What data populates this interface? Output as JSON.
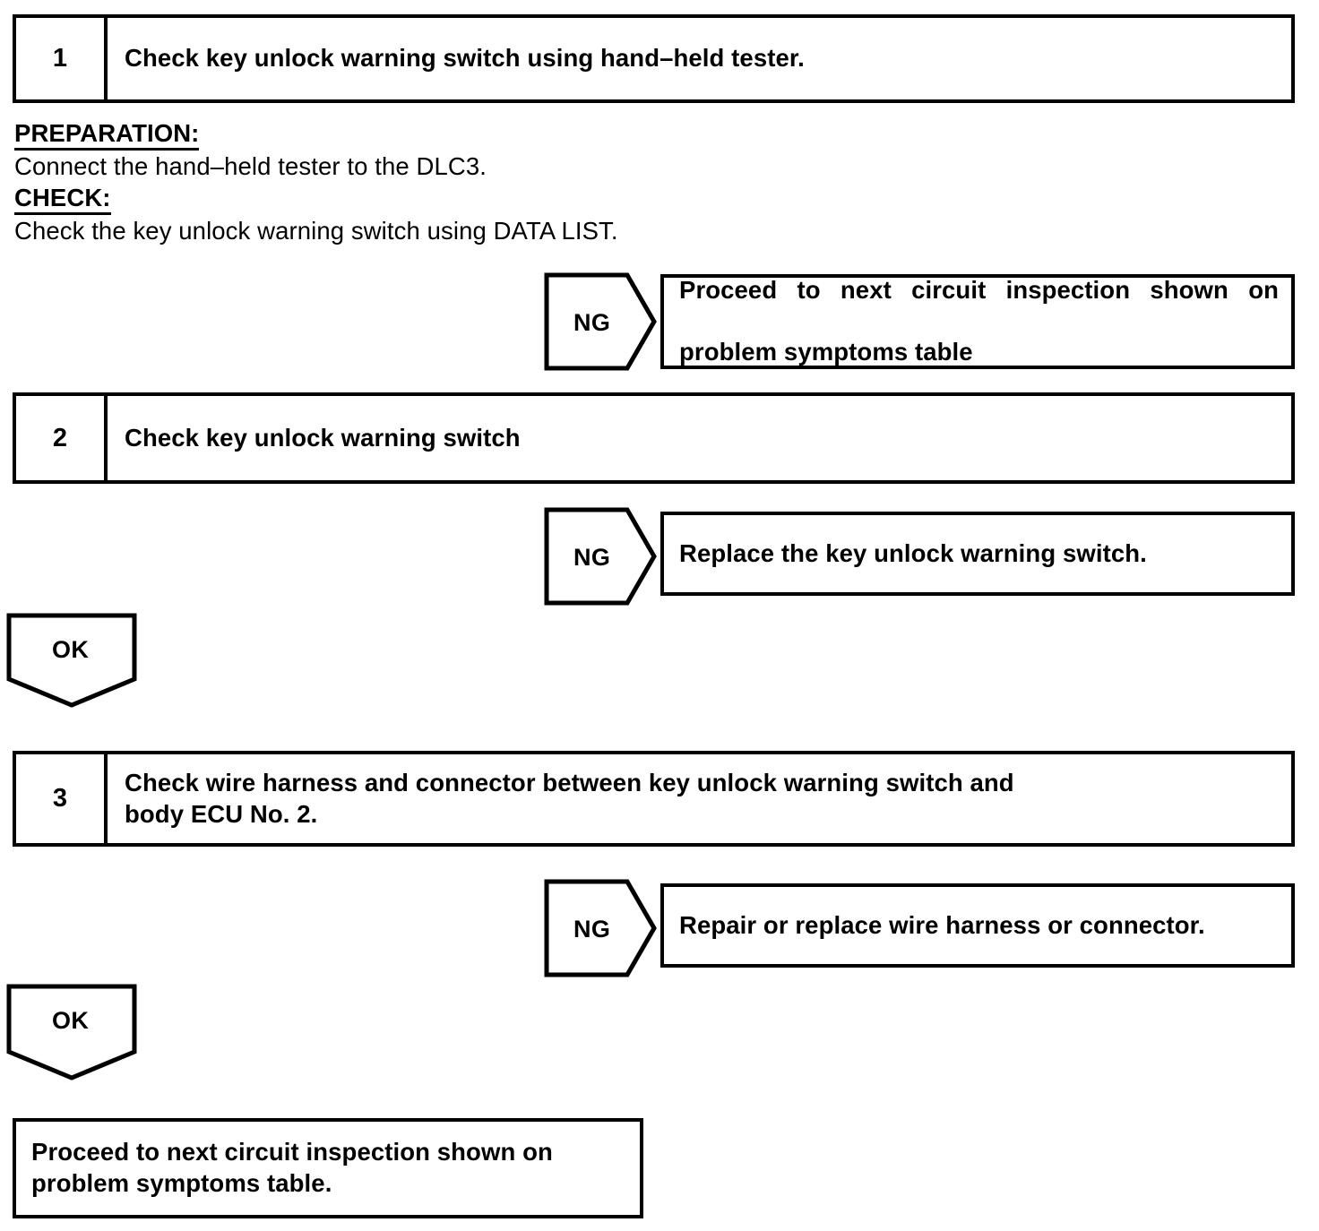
{
  "document": {
    "type": "troubleshooting-flowchart",
    "title": "Key unlock warning switch circuit inspection"
  },
  "steps": [
    {
      "number": "1",
      "text": "Check key unlock warning switch using hand–held tester."
    },
    {
      "number": "2",
      "text": "Check key unlock warning switch"
    },
    {
      "number": "3",
      "line1": "Check wire harness and connector between key unlock warning switch and",
      "line2": "body ECU No. 2."
    }
  ],
  "prose": {
    "preparation_heading": "PREPARATION:",
    "preparation_body": "Connect the hand–held tester to the DLC3.",
    "check_heading": "CHECK:",
    "check_body": "Check the key unlock warning switch using DATA LIST."
  },
  "branches": [
    {
      "label": "NG",
      "result_line1": "Proceed to next circuit inspection shown on",
      "result_line2": "problem symptoms table"
    },
    {
      "label": "NG",
      "result_line1": "Replace the key unlock warning switch.",
      "result_line2": ""
    },
    {
      "label": "NG",
      "result_line1": "Repair or replace wire harness or connector.",
      "result_line2": ""
    }
  ],
  "ok_arrows": [
    {
      "label": "OK"
    },
    {
      "label": "OK"
    }
  ],
  "conclusion": {
    "line1": "Proceed to next circuit inspection shown on",
    "line2": "problem symptoms table."
  },
  "colors": {
    "ink": "#000000",
    "paper": "#ffffff"
  }
}
